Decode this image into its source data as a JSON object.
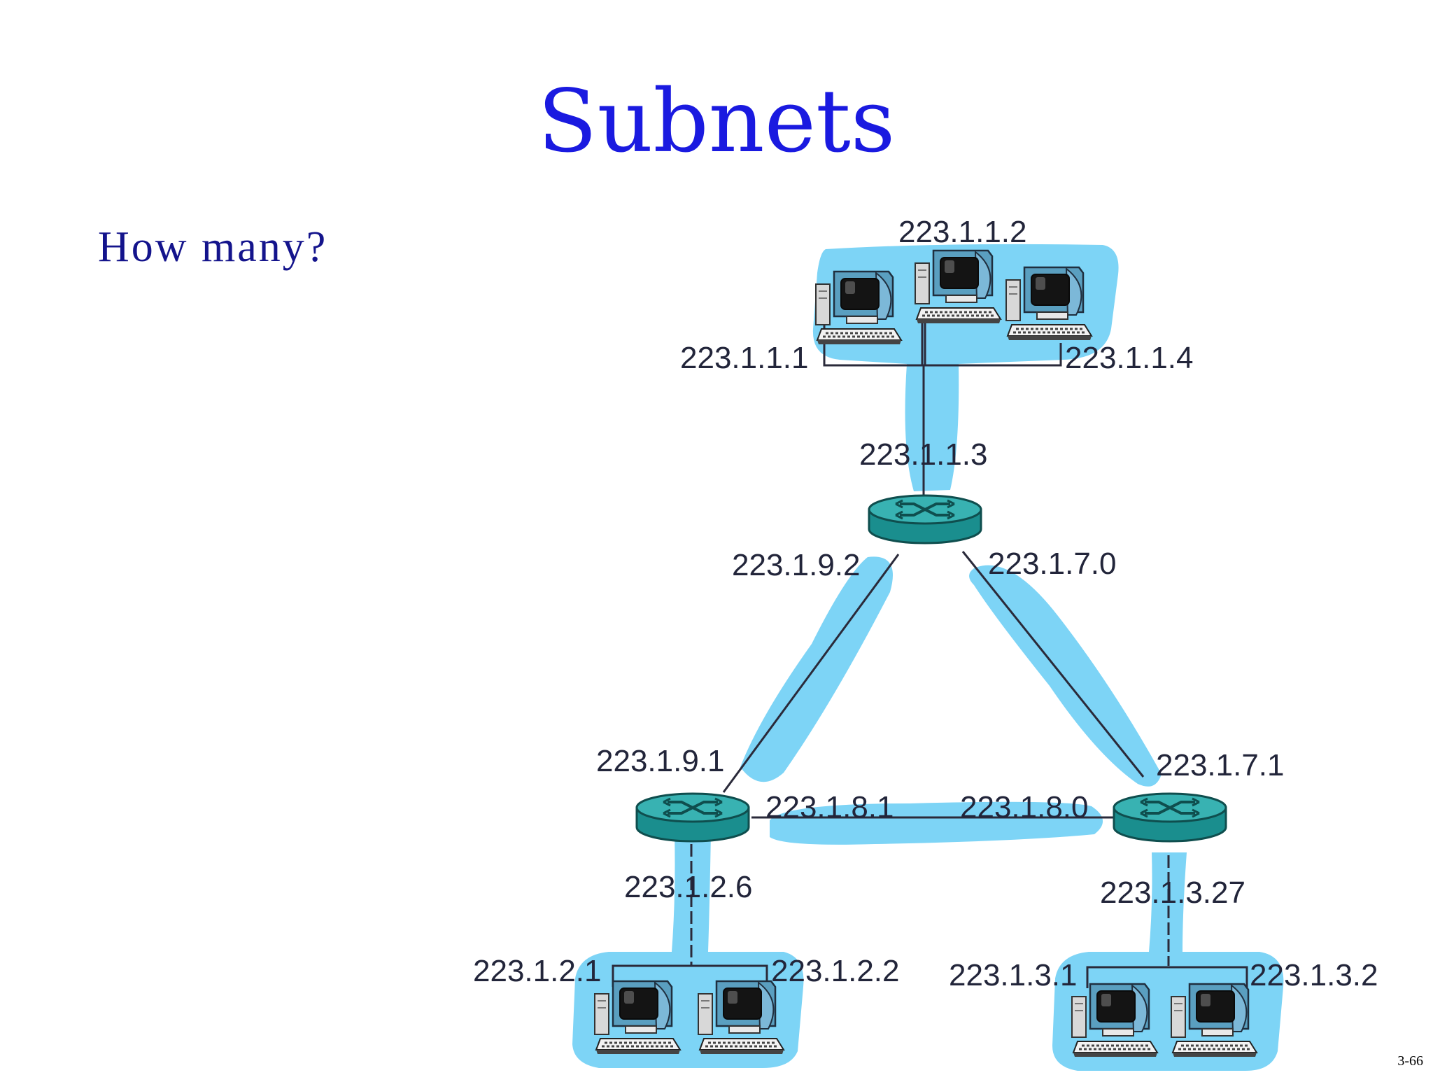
{
  "title": "Subnets",
  "question": "How many?",
  "page_number": "3-66",
  "colors": {
    "title": "#1a1ae0",
    "question": "#14148c",
    "subnet_highlight": "#7dd4f6",
    "router_fill": "#1a8e8e",
    "router_top": "#38b2b2",
    "wire": "#2a2a3a",
    "label": "#22253a"
  },
  "labels": {
    "top_host_2": "223.1.1.2",
    "top_host_1": "223.1.1.1",
    "top_host_4": "223.1.1.4",
    "top_router": "223.1.1.3",
    "link_a_top": "223.1.9.2",
    "link_b_top": "223.1.7.0",
    "link_a_bottom": "223.1.9.1",
    "link_b_bottom": "223.1.7.1",
    "link_c_left": "223.1.8.1",
    "link_c_right": "223.1.8.0",
    "left_router": "223.1.2.6",
    "right_router": "223.1.3.27",
    "left_host_1": "223.1.2.1",
    "left_host_2": "223.1.2.2",
    "right_host_1": "223.1.3.1",
    "right_host_2": "223.1.3.2"
  },
  "icons": {
    "host": "desktop-computer-icon",
    "router": "router-icon"
  }
}
